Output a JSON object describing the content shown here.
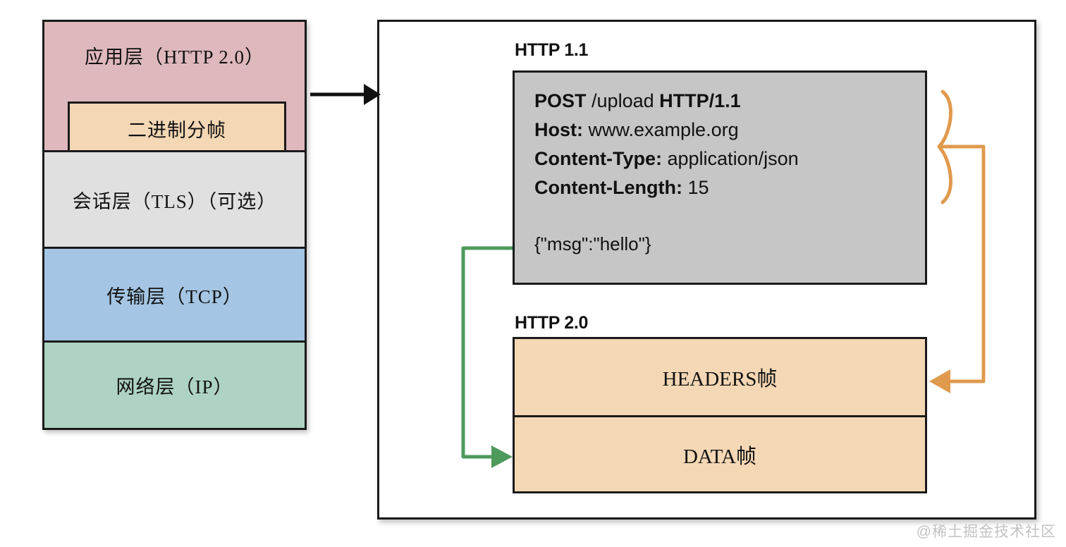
{
  "stack": {
    "layers": [
      {
        "id": "application",
        "label": "应用层（HTTP 2.0）",
        "color": "#deb8bd"
      },
      {
        "id": "session",
        "label": "会话层（TLS）（可选）",
        "color": "#e0e0e0"
      },
      {
        "id": "transport",
        "label": "传输层（TCP）",
        "color": "#a4c5e3"
      },
      {
        "id": "network",
        "label": "网络层（IP）",
        "color": "#aed3c2"
      }
    ],
    "binary_framing": {
      "label": "二进制分帧",
      "color": "#f4d7b4"
    }
  },
  "panel": {
    "http11": {
      "title": "HTTP 1.1",
      "box_color": "#c6c6c6",
      "request_lines": [
        {
          "key": "POST",
          "value": "/upload",
          "key2": "HTTP/1.1"
        },
        {
          "key": "Host:",
          "value": "www.example.org"
        },
        {
          "key": "Content-Type:",
          "value": "application/json"
        },
        {
          "key": "Content-Length:",
          "value": "15"
        }
      ],
      "body": "{\"msg\":\"hello\"}"
    },
    "http20": {
      "title": "HTTP 2.0",
      "box_color": "#f4d7b4",
      "frames": [
        {
          "id": "headers",
          "label": "HEADERS帧"
        },
        {
          "id": "data",
          "label": "DATA帧"
        }
      ]
    }
  },
  "connectors": {
    "stack_to_panel": {
      "name": "binary-framing-to-panel-arrow",
      "color": "#111111"
    },
    "headers_mapping": {
      "name": "headers-mapping-arrow",
      "color": "#e09a4e"
    },
    "data_mapping": {
      "name": "data-mapping-arrow",
      "color": "#4e9a5c"
    }
  },
  "watermark": {
    "text": "@稀土掘金技术社区"
  }
}
